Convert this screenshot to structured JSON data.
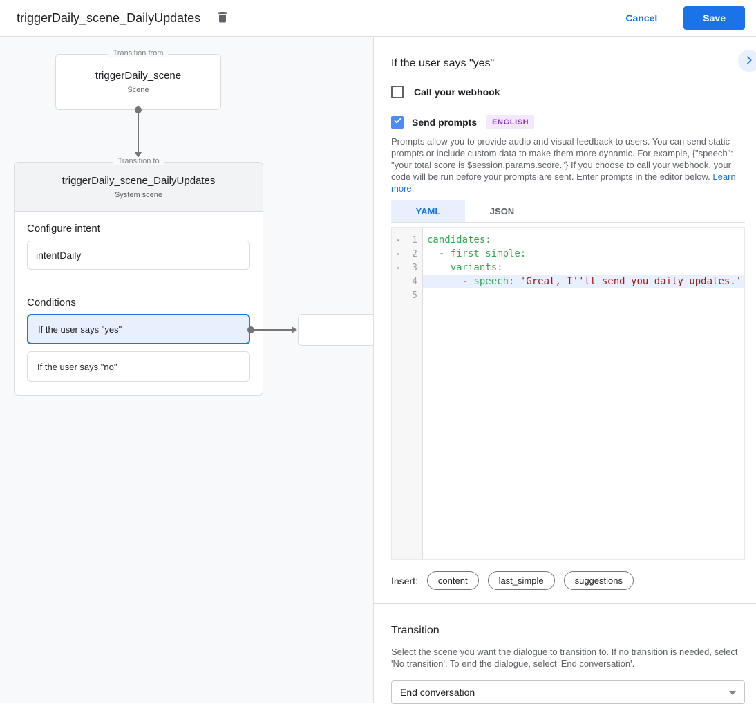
{
  "header": {
    "title": "triggerDaily_scene_DailyUpdates",
    "delete_icon": "trash",
    "cancel_label": "Cancel",
    "save_label": "Save"
  },
  "canvas": {
    "from_box": {
      "legend": "Transition from",
      "title": "triggerDaily_scene",
      "subtitle": "Scene"
    },
    "to_box": {
      "legend": "Transition to",
      "title": "triggerDaily_scene_DailyUpdates",
      "subtitle": "System scene",
      "configure_intent_label": "Configure intent",
      "intent_value": "intentDaily",
      "conditions_label": "Conditions",
      "conditions": [
        {
          "label": "If the user says \"yes\"",
          "active": true
        },
        {
          "label": "If the user says \"no\"",
          "active": false
        }
      ]
    }
  },
  "panel": {
    "title": "If the user says \"yes\"",
    "collapse_icon": "chevron-right",
    "chevron_glyph": "›",
    "webhook": {
      "label": "Call your webhook",
      "checked": false
    },
    "prompts": {
      "label": "Send prompts",
      "checked": true,
      "badge": "ENGLISH"
    },
    "description": "Prompts allow you to provide audio and visual feedback to users. You can send static prompts or include custom data to make them more dynamic. For example, {\"speech\": \"your total score is $session.params.score.\"} If you choose to call your webhook, your code will be run before your prompts are sent. Enter prompts in the editor below.",
    "learn_more": "Learn more",
    "tabs": [
      {
        "label": "YAML",
        "active": true
      },
      {
        "label": "JSON",
        "active": false
      }
    ],
    "editor": {
      "lines": [
        {
          "num": "1",
          "fold": "▾",
          "highlight": false,
          "tokens": [
            {
              "text": "candidates:",
              "c": "tok-green"
            }
          ]
        },
        {
          "num": "2",
          "fold": "▾",
          "highlight": false,
          "tokens": [
            {
              "text": "  ",
              "c": "tok-plain"
            },
            {
              "text": "- first_simple:",
              "c": "tok-green"
            }
          ]
        },
        {
          "num": "3",
          "fold": "▾",
          "highlight": false,
          "tokens": [
            {
              "text": "    ",
              "c": "tok-plain"
            },
            {
              "text": "variants:",
              "c": "tok-green"
            }
          ]
        },
        {
          "num": "4",
          "fold": "",
          "highlight": true,
          "tokens": [
            {
              "text": "      ",
              "c": "tok-plain"
            },
            {
              "text": "- ",
              "c": "tok-red"
            },
            {
              "text": "speech: ",
              "c": "tok-green"
            },
            {
              "text": "'Great, I''ll send you daily updates.'",
              "c": "tok-red"
            }
          ]
        },
        {
          "num": "5",
          "fold": "",
          "highlight": false,
          "tokens": []
        }
      ]
    },
    "insert": {
      "label": "Insert:",
      "chips": [
        "content",
        "last_simple",
        "suggestions"
      ]
    },
    "transition": {
      "title": "Transition",
      "description": "Select the scene you want the dialogue to transition to. If no transition is needed, select 'No transition'. To end the dialogue, select 'End conversation'.",
      "selected_value": "End conversation"
    }
  },
  "colors": {
    "accent_blue": "#1a73e8",
    "condition_highlight": "#e8f0fe",
    "badge_purple": "#8430ce",
    "code_key_green": "#34a853",
    "code_string_red": "#aa1111"
  }
}
